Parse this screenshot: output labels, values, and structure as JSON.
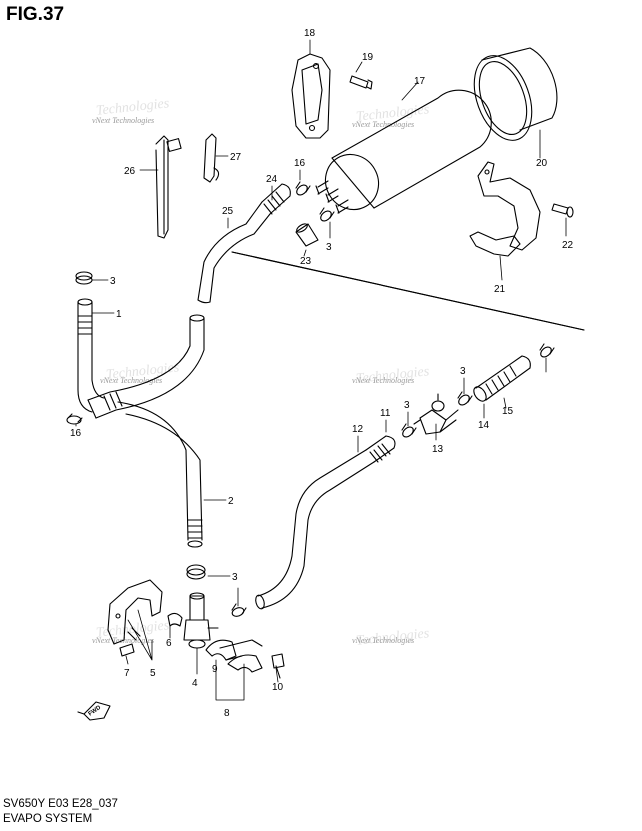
{
  "figure": {
    "title": "FIG.37"
  },
  "footer": {
    "model_code": "SV650Y E03 E28_037",
    "system_name": "EVAPO SYSTEM"
  },
  "watermark": {
    "text": "vNext Technologies",
    "ghost_text": "Technologies"
  },
  "fwd_label": "FWD",
  "callouts": [
    {
      "n": "1"
    },
    {
      "n": "2"
    },
    {
      "n": "3"
    },
    {
      "n": "3"
    },
    {
      "n": "3"
    },
    {
      "n": "3"
    },
    {
      "n": "3"
    },
    {
      "n": "3"
    },
    {
      "n": "4"
    },
    {
      "n": "5"
    },
    {
      "n": "6"
    },
    {
      "n": "7"
    },
    {
      "n": "8"
    },
    {
      "n": "9"
    },
    {
      "n": "10"
    },
    {
      "n": "11"
    },
    {
      "n": "12"
    },
    {
      "n": "13"
    },
    {
      "n": "14"
    },
    {
      "n": "15"
    },
    {
      "n": "16"
    },
    {
      "n": "16"
    },
    {
      "n": "17"
    },
    {
      "n": "18"
    },
    {
      "n": "19"
    },
    {
      "n": "20"
    },
    {
      "n": "21"
    },
    {
      "n": "22"
    },
    {
      "n": "23"
    },
    {
      "n": "24"
    },
    {
      "n": "25"
    },
    {
      "n": "26"
    },
    {
      "n": "27"
    }
  ]
}
